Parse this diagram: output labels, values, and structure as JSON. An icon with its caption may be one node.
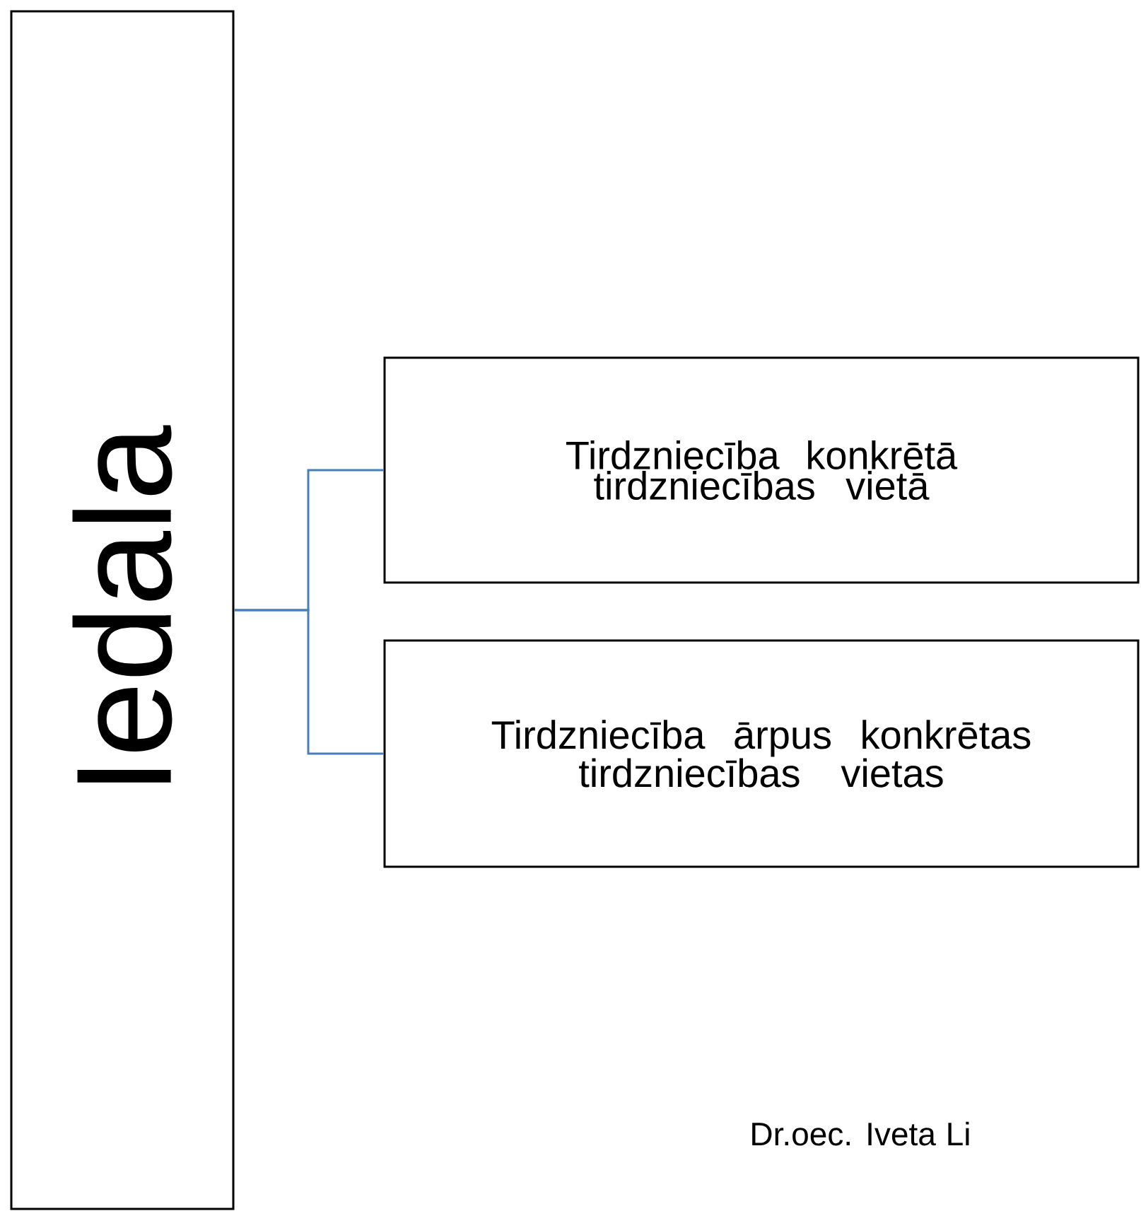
{
  "diagram": {
    "nodes": [
      {
        "text": [
          "Iedala"
        ]
      },
      {
        "text": [
          "Tirdzniecība konkrētā tirdzniecības vietā"
        ]
      },
      {
        "text": [
          "Tirdzniecība ārpus konkrētas tirdzniecības vietas"
        ]
      }
    ],
    "edges": [
      {
        "from": 0,
        "to": 1,
        "arrow": "none"
      },
      {
        "from": 0,
        "to": 2,
        "arrow": "none"
      }
    ],
    "labels": [
      "Dr.oec. Iveta Li"
    ]
  }
}
